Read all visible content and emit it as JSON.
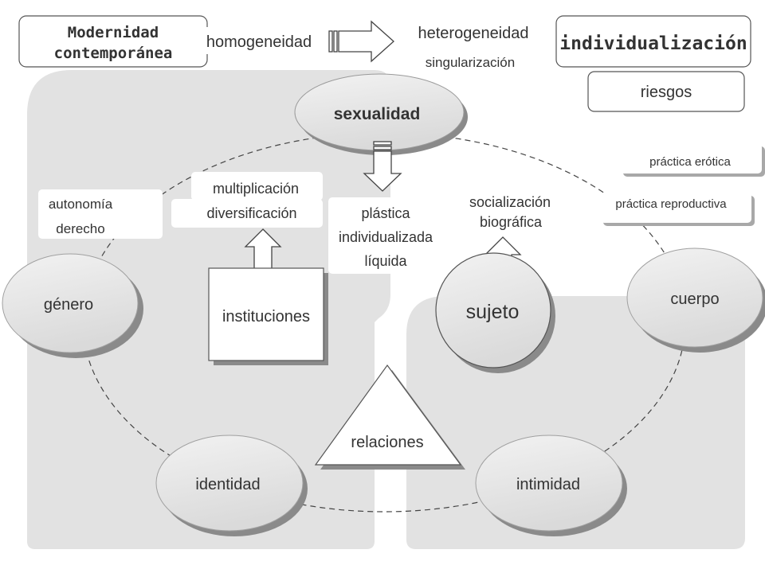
{
  "header": {
    "era_label": [
      "Modernidad",
      "contemporánea"
    ],
    "from_term": "homogeneidad",
    "to_term": "heterogeneidad",
    "to_sub": "singularización",
    "key_concept": "individualización",
    "risk_label": "riesgos"
  },
  "center_node": "sexualidad",
  "practices": [
    "práctica erótica",
    "práctica reproductiva"
  ],
  "sexuality_types": [
    "plástica",
    "individualizada",
    "líquida"
  ],
  "left_terms": [
    "autonomía",
    "derecho"
  ],
  "institution_effects": [
    "multiplicación",
    "diversificación"
  ],
  "nodes": {
    "genero": "género",
    "instituciones": "instituciones",
    "sujeto": "sujeto",
    "cuerpo": "cuerpo",
    "relaciones": "relaciones",
    "identidad": "identidad",
    "intimidad": "intimidad"
  },
  "socialization": [
    "socialización",
    "biográfica"
  ],
  "colors": {
    "panel": "#e2e2e2",
    "node_fill": "#e6e6e6",
    "shadow": "#8a8a8a",
    "stroke": "#555555",
    "text": "#333333"
  }
}
